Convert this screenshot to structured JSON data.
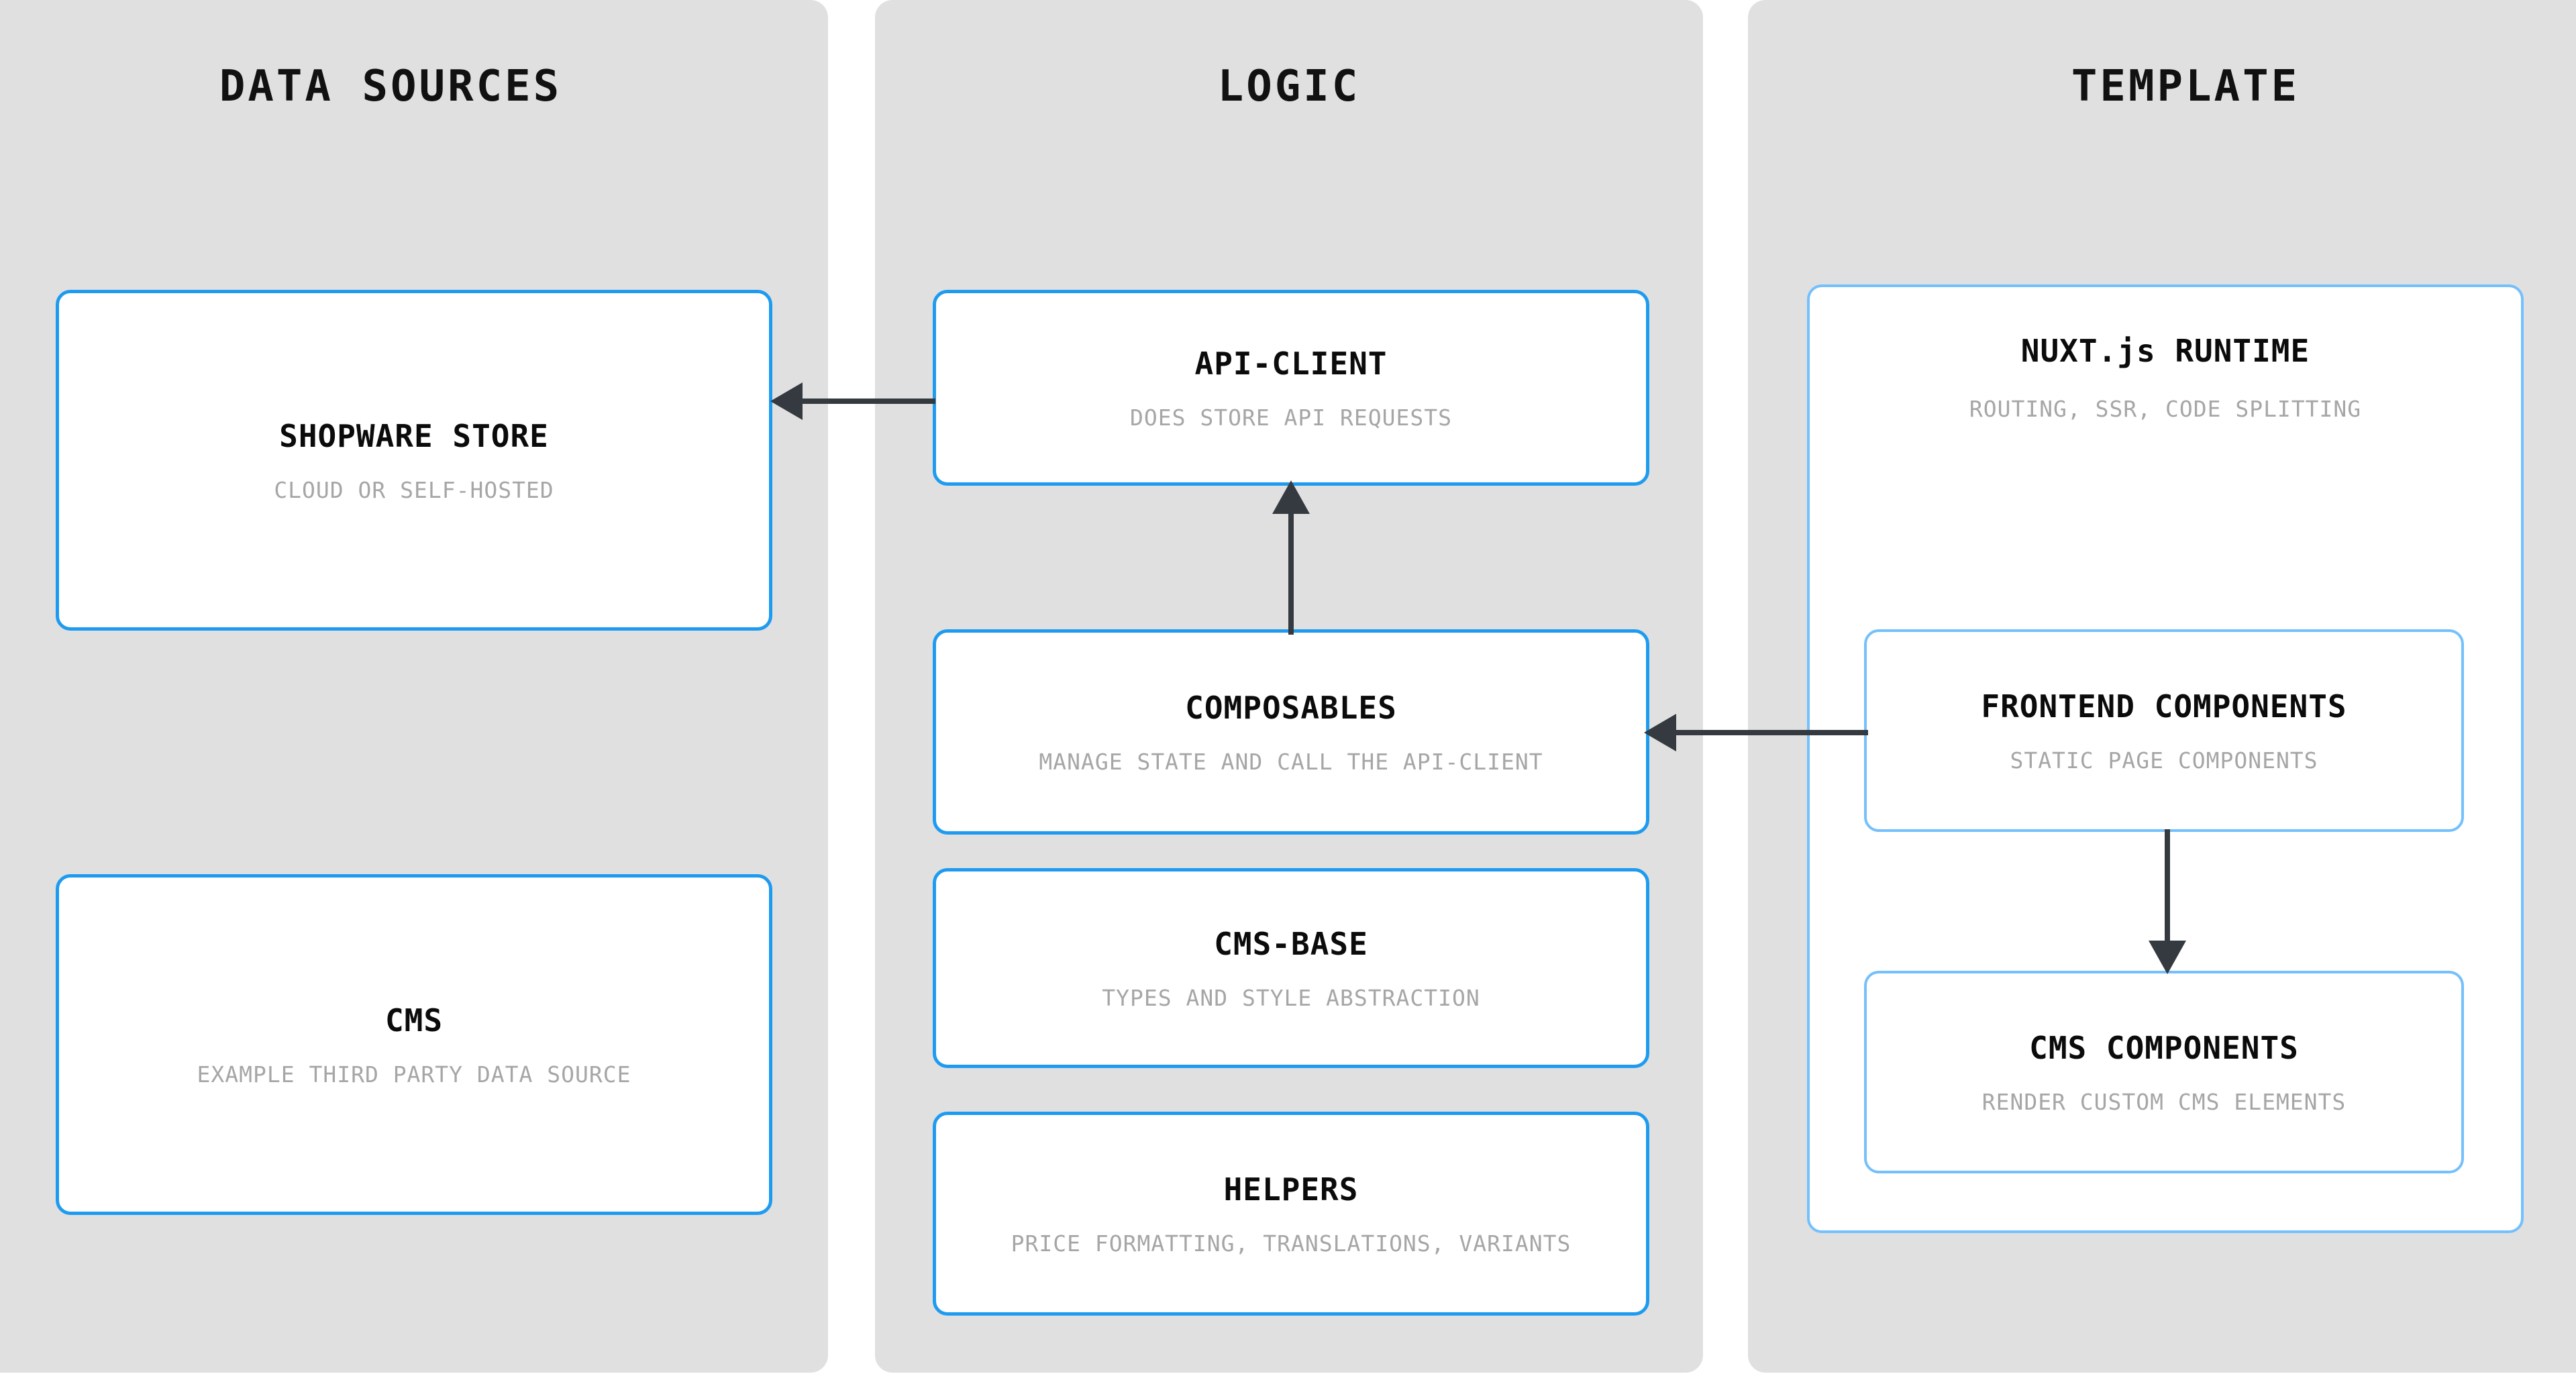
{
  "diagram": {
    "title_bar_color": "#e0e0e0",
    "accent_strong": "#1e9bf0",
    "accent_soft": "#74c0fc",
    "arrow_color": "#343a40",
    "subtitle_color": "#a6a6a6"
  },
  "columns": [
    {
      "id": "data-sources",
      "title": "DATA SOURCES"
    },
    {
      "id": "logic",
      "title": "LOGIC"
    },
    {
      "id": "template",
      "title": "TEMPLATE"
    }
  ],
  "nodes": {
    "shopware": {
      "title": "SHOPWARE STORE",
      "subtitle": "CLOUD OR SELF-HOSTED"
    },
    "cms": {
      "title": "CMS",
      "subtitle": "EXAMPLE THIRD PARTY DATA SOURCE"
    },
    "api_client": {
      "title": "API-CLIENT",
      "subtitle": "DOES STORE API REQUESTS"
    },
    "composables": {
      "title": "COMPOSABLES",
      "subtitle": "MANAGE STATE AND CALL THE API-CLIENT"
    },
    "cms_base": {
      "title": "CMS-BASE",
      "subtitle": "TYPES AND STYLE ABSTRACTION"
    },
    "helpers": {
      "title": "HELPERS",
      "subtitle": "PRICE FORMATTING, TRANSLATIONS, VARIANTS"
    },
    "nuxt_runtime": {
      "title": "NUXT.js RUNTIME",
      "subtitle": "ROUTING, SSR, CODE SPLITTING"
    },
    "frontend": {
      "title": "FRONTEND COMPONENTS",
      "subtitle": "STATIC PAGE COMPONENTS"
    },
    "cms_components": {
      "title": "CMS COMPONENTS",
      "subtitle": "RENDER CUSTOM CMS ELEMENTS"
    }
  },
  "connections": [
    {
      "id": "api-client-to-shopware",
      "from": "api_client",
      "to": "shopware",
      "direction": "left"
    },
    {
      "id": "composables-to-api-client",
      "from": "composables",
      "to": "api_client",
      "direction": "up"
    },
    {
      "id": "frontend-to-composables",
      "from": "frontend",
      "to": "composables",
      "direction": "left"
    },
    {
      "id": "frontend-to-cms-components",
      "from": "frontend",
      "to": "cms_components",
      "direction": "down"
    }
  ]
}
